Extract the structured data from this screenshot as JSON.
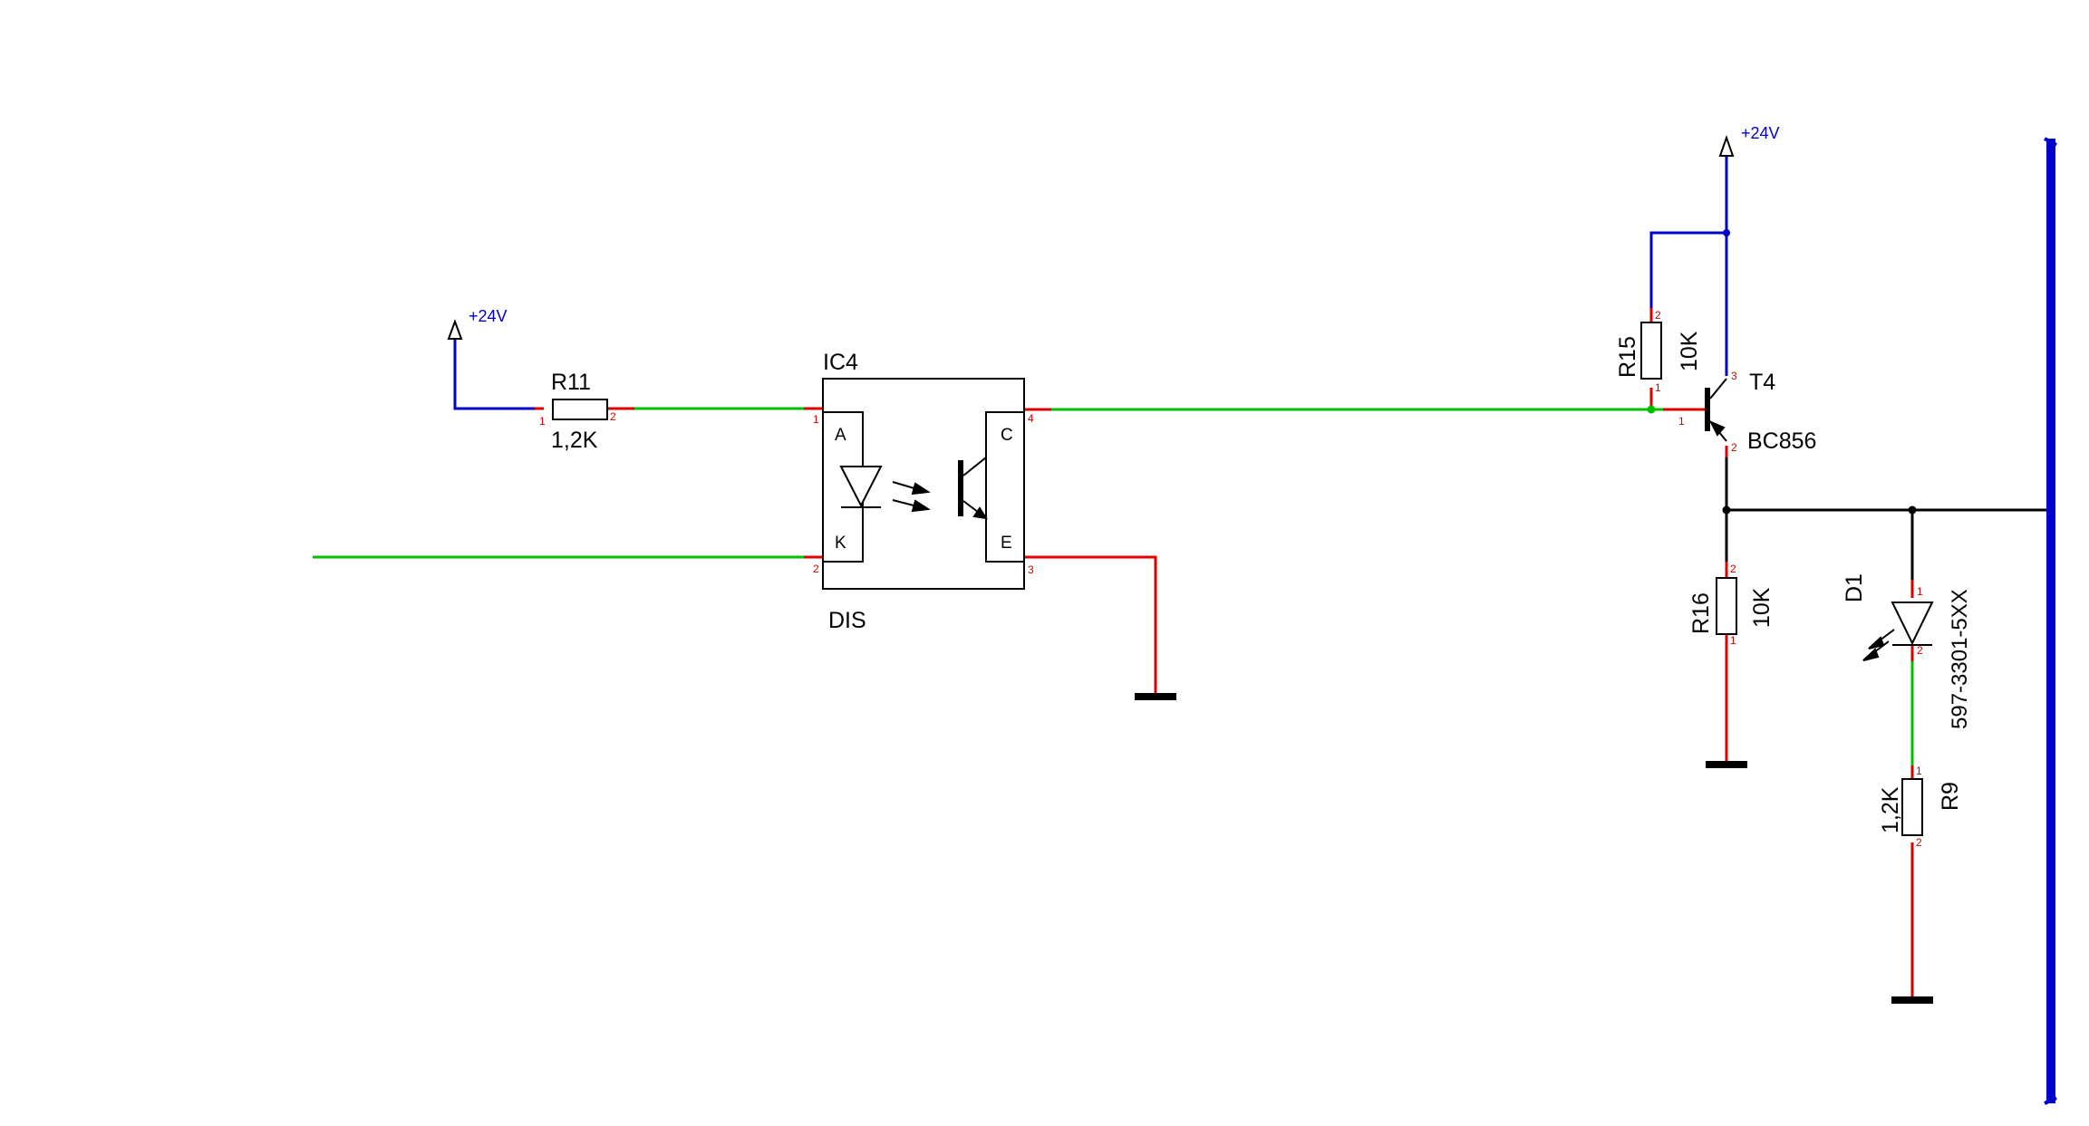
{
  "colors": {
    "net_green": "#00c000",
    "net_blue": "#0000cc",
    "net_red": "#e00000",
    "net_black": "#000000",
    "pin_number": "#d40000",
    "bus": "#0000cc"
  },
  "power": {
    "vcc_left": "+24V",
    "vcc_right": "+24V"
  },
  "components": {
    "r11": {
      "ref": "R11",
      "value": "1,2K",
      "pin1": "1",
      "pin2": "2"
    },
    "ic4": {
      "ref": "IC4",
      "value": "DIS",
      "pin_a": "A",
      "pin_k": "K",
      "pin_c": "C",
      "pin_e": "E",
      "pin1": "1",
      "pin2": "2",
      "pin3": "3",
      "pin4": "4"
    },
    "r15": {
      "ref": "R15",
      "value": "10K",
      "pin1": "1",
      "pin2": "2"
    },
    "t4": {
      "ref": "T4",
      "value": "BC856",
      "pin1": "1",
      "pin2": "2",
      "pin3": "3"
    },
    "r16": {
      "ref": "R16",
      "value": "10K",
      "pin1": "1",
      "pin2": "2"
    },
    "d1": {
      "ref": "D1",
      "value": "597-3301-5XX",
      "pin1": "1",
      "pin2": "2"
    },
    "r9": {
      "ref": "R9",
      "value": "1,2K",
      "pin1": "1",
      "pin2": "2"
    }
  }
}
